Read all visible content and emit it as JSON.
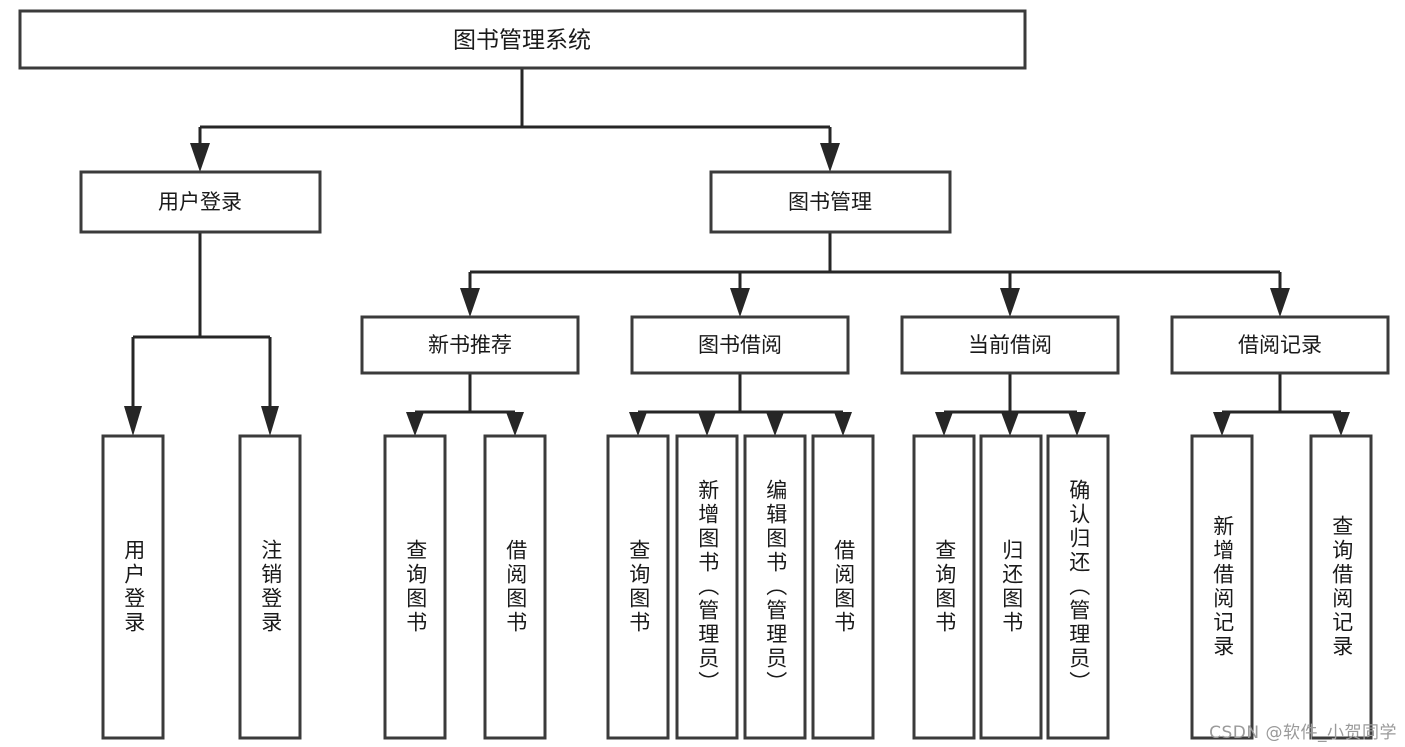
{
  "diagram": {
    "type": "tree",
    "title": "图书管理系统",
    "orientation": "top-down",
    "theme": {
      "background": "#ffffff",
      "box_fill": "#ffffff",
      "box_stroke": "#3b3b3b",
      "connector": "#262626",
      "text": "#1a1a1a",
      "watermark": "#9a9a9a"
    },
    "root": {
      "label": "图书管理系统"
    },
    "level2": [
      {
        "label": "用户登录"
      },
      {
        "label": "图书管理"
      }
    ],
    "level3": [
      {
        "label": "新书推荐"
      },
      {
        "label": "图书借阅"
      },
      {
        "label": "当前借阅"
      },
      {
        "label": "借阅记录"
      }
    ],
    "leaves": {
      "user_login": [
        {
          "label": "用户登录"
        },
        {
          "label": "注销登录"
        }
      ],
      "new_book_recommend": [
        {
          "label": "查询图书"
        },
        {
          "label": "借阅图书"
        }
      ],
      "book_borrow": [
        {
          "label": "查询图书"
        },
        {
          "label": "新增图书（管理员）"
        },
        {
          "label": "编辑图书（管理员）"
        },
        {
          "label": "借阅图书"
        }
      ],
      "current_borrow": [
        {
          "label": "查询图书"
        },
        {
          "label": "归还图书"
        },
        {
          "label": "确认归还（管理员）"
        }
      ],
      "borrow_record": [
        {
          "label": "新增借阅记录"
        },
        {
          "label": "查询借阅记录"
        }
      ]
    }
  },
  "watermark": {
    "text": "CSDN @软件_小贺同学"
  }
}
